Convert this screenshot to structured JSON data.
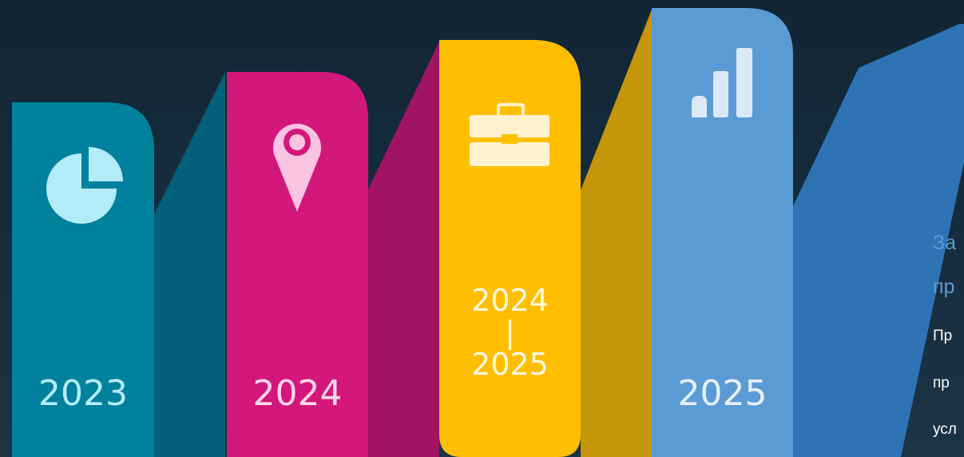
{
  "colors": {
    "background": "#15293a",
    "teal": "#00819d",
    "teal_fold": "#045f78",
    "magenta": "#d3177b",
    "magenta_fold": "#a01463",
    "gold": "#ffbf00",
    "gold_fold": "#c5950a",
    "blue": "#5b9bd5",
    "blue_fold": "#2e74b5",
    "text_light": "#b3ecf8",
    "heading_blue": "#5b9bd5"
  },
  "timeline": [
    {
      "id": "2023",
      "icon": "pie-chart-icon",
      "year": "2023"
    },
    {
      "id": "2024",
      "icon": "map-pin-icon",
      "year": "2024"
    },
    {
      "id": "2024-2025",
      "icon": "briefcase-icon",
      "year_top": "2024",
      "separator": "|",
      "year_bottom": "2025"
    },
    {
      "id": "2025",
      "icon": "bar-chart-icon",
      "year": "2025"
    }
  ],
  "side_text": {
    "heading_line1": "За",
    "heading_line2": "пр",
    "body_line1": "Пр",
    "body_line2": "пр",
    "body_line3": "усл"
  }
}
